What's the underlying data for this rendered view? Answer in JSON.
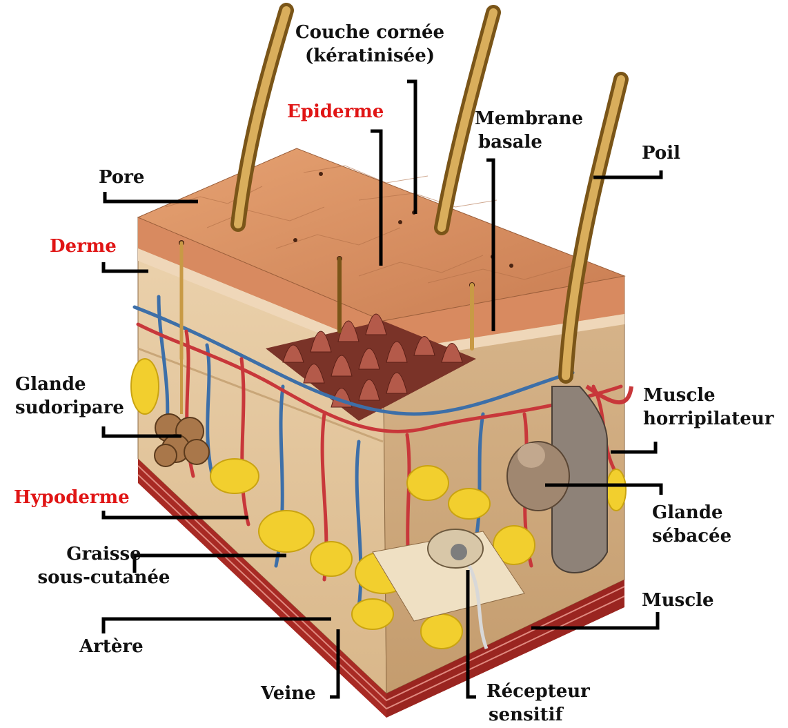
{
  "colors": {
    "section_title": "#e01515",
    "label": "#111111",
    "leader_line": "#000000",
    "epidermis": "#d98f63",
    "dermis": "#e8c9a0",
    "fat": "#f2cf2e",
    "artery": "#c8373a",
    "vein": "#3d6fa8",
    "muscle": "#a82a24",
    "hair": "#c89a45"
  },
  "labels": {
    "couche_cornee": [
      "Couche cornée",
      "(kératinisée)"
    ],
    "epiderme": "Epiderme",
    "membrane_basale": [
      "Membrane",
      "basale"
    ],
    "poil": "Poil",
    "pore": "Pore",
    "derme": "Derme",
    "glande_sudoripare": [
      "Glande",
      "sudoripare"
    ],
    "muscle_horripilateur": [
      "Muscle",
      "horripilateur"
    ],
    "hypoderme": "Hypoderme",
    "glande_sebacee": [
      "Glande",
      "sébacée"
    ],
    "graisse": [
      "Graisse",
      "sous-cutanée"
    ],
    "muscle": "Muscle",
    "artere": "Artère",
    "veine": "Veine",
    "recepteur": [
      "Récepteur",
      "sensitif"
    ]
  }
}
